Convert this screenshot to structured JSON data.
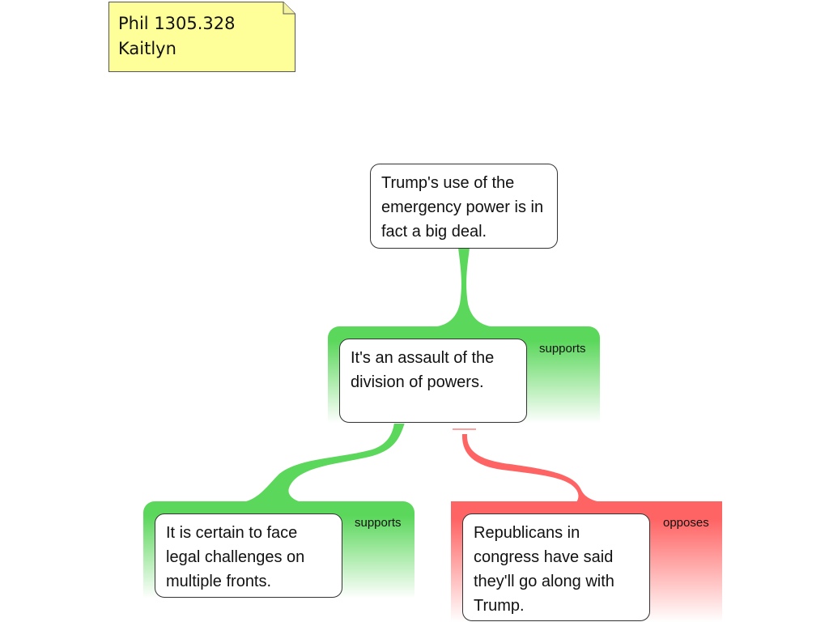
{
  "note": {
    "line1": "Phil 1305.328",
    "line2": "Kaitlyn"
  },
  "main_claim": {
    "text": "Trump's use of the emergency power is in fact a big deal."
  },
  "reasons": [
    {
      "relation": "supports",
      "text": "It's an assault of the division of powers."
    },
    {
      "relation": "supports",
      "text": "It is certain to face legal challenges on multiple fronts."
    },
    {
      "relation": "opposes",
      "text": "Republicans in congress have said they'll go along with Trump."
    }
  ],
  "colors": {
    "supports": "#5bd75b",
    "opposes": "#ff6464",
    "note_fill": "#ffff99"
  }
}
